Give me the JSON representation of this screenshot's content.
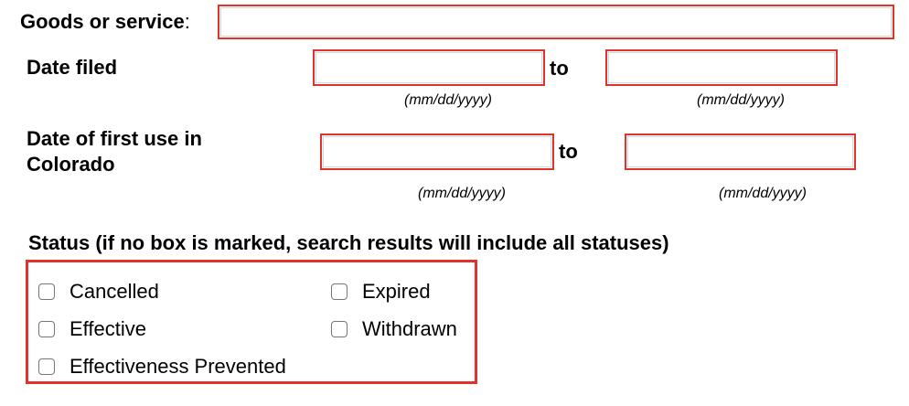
{
  "goods": {
    "label": "Goods or service",
    "colon": ":",
    "value": ""
  },
  "date_filed": {
    "label": "Date filed",
    "from_value": "",
    "to_label": "to",
    "to_value": "",
    "hint_from": "(mm/dd/yyyy)",
    "hint_to": "(mm/dd/yyyy)"
  },
  "first_use": {
    "label_line1": "Date of first use in",
    "label_line2": "Colorado",
    "from_value": "",
    "to_label": "to",
    "to_value": "",
    "hint_from": "(mm/dd/yyyy)",
    "hint_to": "(mm/dd/yyyy)"
  },
  "status": {
    "heading": "Status (if no box is marked, search results will include all statuses)",
    "options": [
      {
        "label": "Cancelled",
        "checked": false
      },
      {
        "label": "Effective",
        "checked": false
      },
      {
        "label": "Effectiveness Prevented",
        "checked": false
      },
      {
        "label": "Expired",
        "checked": false
      },
      {
        "label": "Withdrawn",
        "checked": false
      }
    ]
  },
  "colors": {
    "field_border": "#e0332b",
    "checkbox_border": "#767676"
  }
}
